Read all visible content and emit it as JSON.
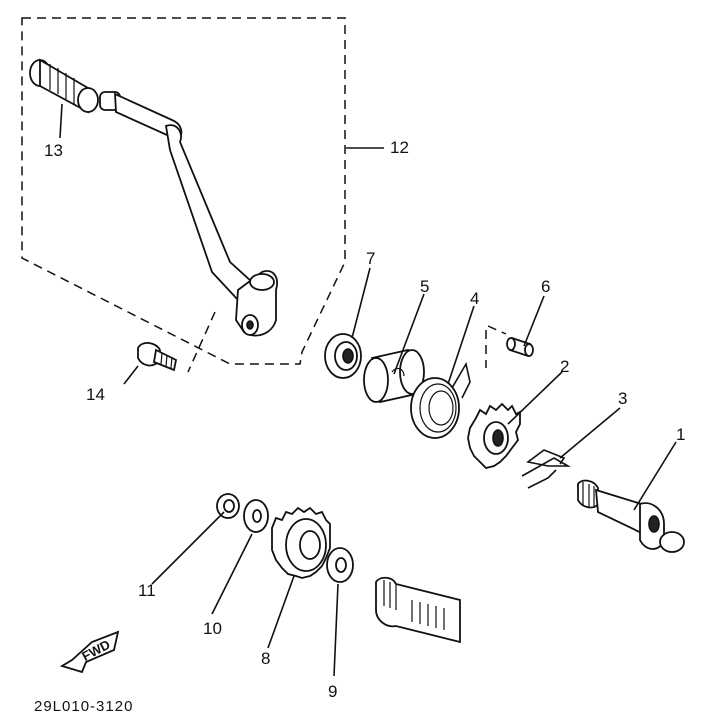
{
  "diagram": {
    "labels": {
      "p1": "1",
      "p2": "2",
      "p3": "3",
      "p4": "4",
      "p5": "5",
      "p6": "6",
      "p7": "7",
      "p8": "8",
      "p9": "9",
      "p10": "10",
      "p11": "11",
      "p12": "12",
      "p13": "13",
      "p14": "14"
    },
    "direction_marker": "FWD",
    "drawing_code": "29L010-3120"
  }
}
